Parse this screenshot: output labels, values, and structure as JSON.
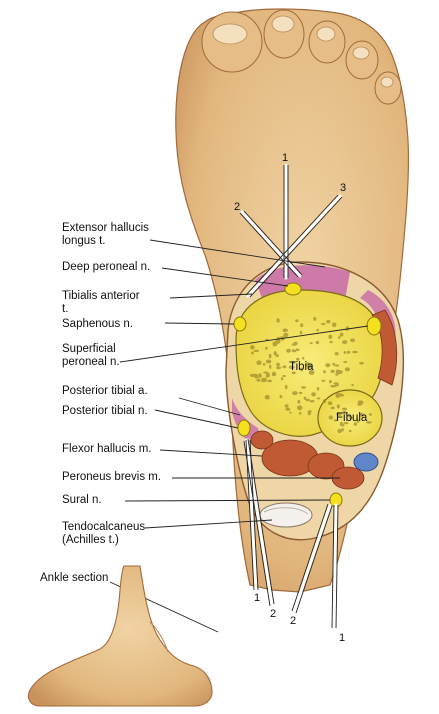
{
  "labels": {
    "extensor_hallucis_1": "Extensor hallucis",
    "extensor_hallucis_2": "longus t.",
    "deep_peroneal": "Deep peroneal n.",
    "tibialis_anterior_1": "Tibialis anterior",
    "tibialis_anterior_2": "t.",
    "saphenous": "Saphenous n.",
    "superficial_peroneal_1": "Superficial",
    "superficial_peroneal_2": "peroneal n.",
    "posterior_tibial_a": "Posterior tibial a.",
    "posterior_tibial_n": "Posterior tibial n.",
    "flexor_hallucis": "Flexor hallucis m.",
    "peroneus_brevis": "Peroneus brevis m.",
    "sural": "Sural n.",
    "tendocalcaneus_1": "Tendocalcaneus",
    "tendocalcaneus_2": "(Achilles t.)",
    "ankle_section": "Ankle section",
    "tibia": "Tibia",
    "fibula": "Fibula"
  },
  "needle_numbers": {
    "top_1": "1",
    "top_2": "2",
    "top_3": "3",
    "bottom_1a": "1",
    "bottom_2a": "2",
    "bottom_2b": "2",
    "bottom_1b": "1"
  },
  "colors": {
    "skin": "#e8c48e",
    "skin_shadow": "#b88350",
    "bone": "#f3e35a",
    "tendon_purple": "#c86aa8",
    "muscle_red": "#c05a34",
    "nerve_yellow": "#f5e020",
    "artery_blue": "#5f86c9"
  }
}
